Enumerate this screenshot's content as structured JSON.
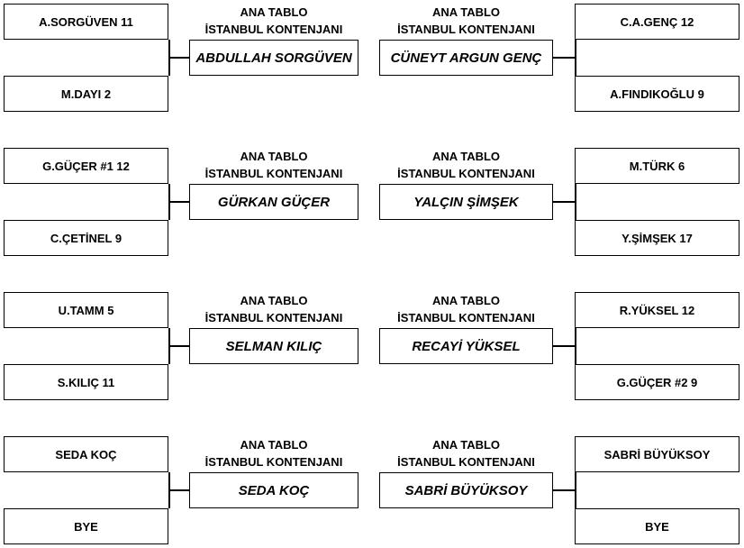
{
  "label_line1": "ANA TABLO",
  "label_line2": "İSTANBUL KONTENJANI",
  "matches": [
    {
      "left": {
        "top": "A.SORGÜVEN  11",
        "bottom": "M.DAYI  2",
        "winner": "ABDULLAH SORGÜVEN"
      },
      "right": {
        "top": "C.A.GENÇ 12",
        "bottom": "A.FINDIKOĞLU  9",
        "winner": "CÜNEYT ARGUN GENÇ"
      }
    },
    {
      "left": {
        "top": "G.GÜÇER #1  12",
        "bottom": "C.ÇETİNEL  9",
        "winner": "GÜRKAN GÜÇER"
      },
      "right": {
        "top": "M.TÜRK  6",
        "bottom": "Y.ŞİMŞEK  17",
        "winner": "YALÇIN ŞİMŞEK"
      }
    },
    {
      "left": {
        "top": "U.TAMM  5",
        "bottom": "S.KILIÇ  11",
        "winner": "SELMAN KILIÇ"
      },
      "right": {
        "top": "R.YÜKSEL  12",
        "bottom": "G.GÜÇER #2  9",
        "winner": "RECAYİ YÜKSEL"
      }
    },
    {
      "left": {
        "top": "SEDA KOÇ",
        "bottom": "BYE",
        "winner": "SEDA KOÇ"
      },
      "right": {
        "top": "SABRİ BÜYÜKSOY",
        "bottom": "BYE",
        "winner": "SABRİ BÜYÜKSOY"
      }
    }
  ]
}
